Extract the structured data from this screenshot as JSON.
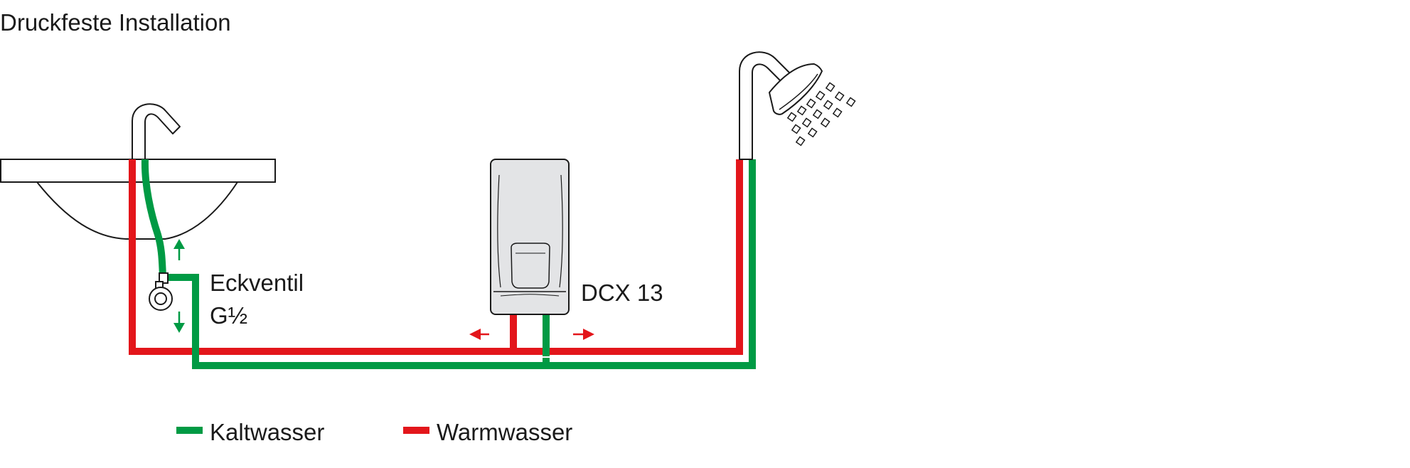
{
  "title": "Druckfeste Installation",
  "labels": {
    "valve_line1": "Eckventil",
    "valve_line2": "G½",
    "heater": "DCX 13"
  },
  "legend": [
    {
      "label": "Kaltwasser",
      "color": "#009a44"
    },
    {
      "label": "Warmwasser",
      "color": "#e3161b"
    }
  ],
  "colors": {
    "cold": "#009a44",
    "hot": "#e3161b",
    "outline": "#1a1a1a",
    "heater_fill": "#e3e4e6"
  },
  "icons": [
    "sink-icon",
    "faucet-icon",
    "angle-valve-icon",
    "heater-icon",
    "shower-icon"
  ]
}
